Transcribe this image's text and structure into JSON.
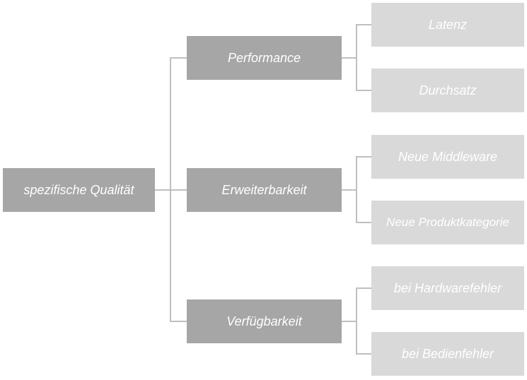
{
  "diagram": {
    "root": {
      "label": "spezifische Qualität"
    },
    "branches": [
      {
        "label": "Performance",
        "children": [
          {
            "label": "Latenz"
          },
          {
            "label": "Durchsatz"
          }
        ]
      },
      {
        "label": "Erweiterbarkeit",
        "children": [
          {
            "label": "Neue Middleware"
          },
          {
            "label": "Neue Produktkategorie"
          }
        ]
      },
      {
        "label": "Verfügbarkeit",
        "children": [
          {
            "label": "bei Hardwarefehler"
          },
          {
            "label": "bei Bedienfehler"
          }
        ]
      }
    ],
    "colors": {
      "root_fill": "#a6a6a6",
      "branch_fill": "#a6a6a6",
      "leaf_fill": "#d9d9d9",
      "connector": "#bfbfbf",
      "text": "#ffffff"
    }
  }
}
